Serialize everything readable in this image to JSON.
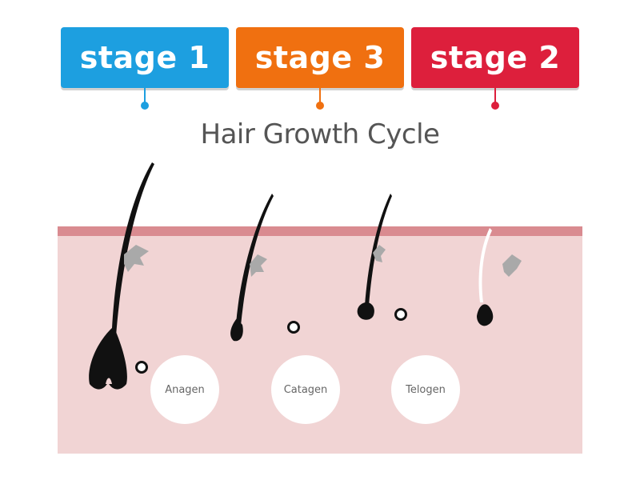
{
  "labels": [
    {
      "text": "stage 1",
      "color": "#1d9fe0"
    },
    {
      "text": "stage 3",
      "color": "#f07010"
    },
    {
      "text": "stage 2",
      "color": "#dd1f3c"
    }
  ],
  "diagram": {
    "title": "Hair Growth Cycle",
    "stages": [
      "Anagen",
      "Catagen",
      "Telogen"
    ],
    "skin_color": "#f1d4d4",
    "skin_top_color": "#d98b90"
  }
}
